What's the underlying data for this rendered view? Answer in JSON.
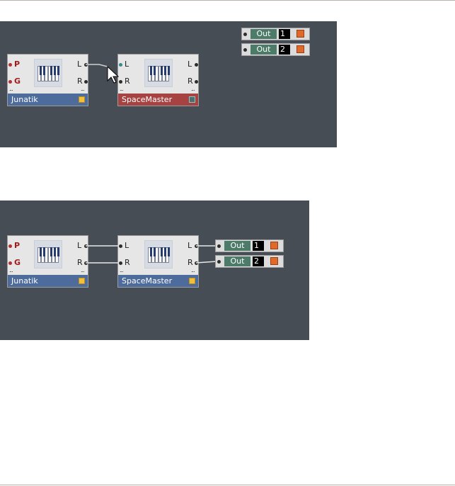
{
  "colors": {
    "panel": "#474d55",
    "module": "#e6e6e6",
    "junatik_bar": "#4d6c9c",
    "spacemaster_bar_selected": "#a74242",
    "out_label": "#4c7c69",
    "out_square": "#e06a2c",
    "indicator_yellow": "#f3bf3a"
  },
  "figure1": {
    "junatik": {
      "name": "Junatik",
      "in_ports": [
        "P",
        "G"
      ],
      "out_ports": [
        "L",
        "R"
      ],
      "icon": "piano-keyboard-icon"
    },
    "spacemaster": {
      "name": "SpaceMaster",
      "in_ports": [
        "L",
        "R"
      ],
      "out_ports": [
        "L",
        "R"
      ],
      "icon": "piano-keyboard-icon"
    },
    "outs": [
      {
        "label": "Out",
        "channel": "1"
      },
      {
        "label": "Out",
        "channel": "2"
      }
    ]
  },
  "figure2": {
    "junatik": {
      "name": "Junatik",
      "in_ports": [
        "P",
        "G"
      ],
      "out_ports": [
        "L",
        "R"
      ],
      "icon": "piano-keyboard-icon"
    },
    "spacemaster": {
      "name": "SpaceMaster",
      "in_ports": [
        "L",
        "R"
      ],
      "out_ports": [
        "L",
        "R"
      ],
      "icon": "piano-keyboard-icon"
    },
    "outs": [
      {
        "label": "Out",
        "channel": "1"
      },
      {
        "label": "Out",
        "channel": "2"
      }
    ]
  }
}
